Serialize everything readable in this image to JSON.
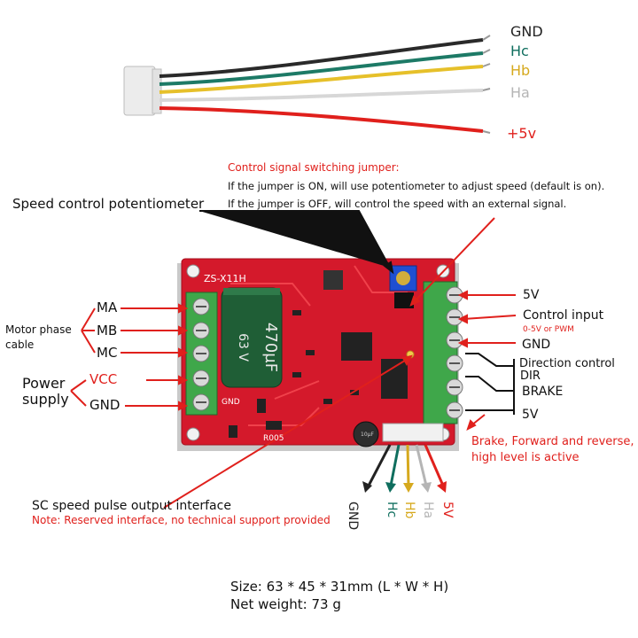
{
  "connector_wires": [
    "GND",
    "Hc",
    "Hb",
    "Ha",
    "+5v"
  ],
  "jumper_note": {
    "title": "Control signal switching jumper:",
    "line_on": "If the jumper is ON, will use potentiometer to adjust speed (default is on).",
    "line_off": "If  the jumper is OFF, will control the speed with an external signal."
  },
  "potentiometer_label": "Speed control potentiometer",
  "left_labels": {
    "ma": "MA",
    "mb": "MB",
    "mc": "MC",
    "motor_phase_line1": "Motor phase",
    "motor_phase_line2": "cable",
    "power_line1": "Power",
    "power_line2": "supply",
    "vcc": "VCC",
    "gnd": "GND"
  },
  "right_labels": {
    "v5_top": "5V",
    "control_input": "Control input",
    "control_input_sub": "0-5V or PWM",
    "gnd": "GND",
    "direction_control": "Direction control",
    "dir": "DIR",
    "brake": "BRAKE",
    "v5_bottom": "5V"
  },
  "brake_note_line1": "Brake, Forward and reverse,",
  "brake_note_line2": "high level is active",
  "bottom_wires": [
    "GND",
    "Hc",
    "Hb",
    "Ha",
    "5V"
  ],
  "sc_label": "SC speed pulse output interface",
  "sc_note": "Note: Reserved interface, no technical support provided",
  "board_text": {
    "model": "ZS-X11H",
    "capacitor_value": "470µF",
    "capacitor_voltage": "63 V",
    "resistor": "R005",
    "small_cap": "10µF",
    "gnd_silk": "GND"
  },
  "size_line": "Size: 63 * 45 * 31mm (L * W * H)",
  "weight_line": "Net weight: 73 g",
  "colors": {
    "gnd": "#222222",
    "hc": "#0f6e5e",
    "hb": "#d6a91e",
    "ha": "#b5b5b5",
    "v5": "#e0201c",
    "pcb": "#d4192b",
    "terminal": "#3fa74a"
  }
}
